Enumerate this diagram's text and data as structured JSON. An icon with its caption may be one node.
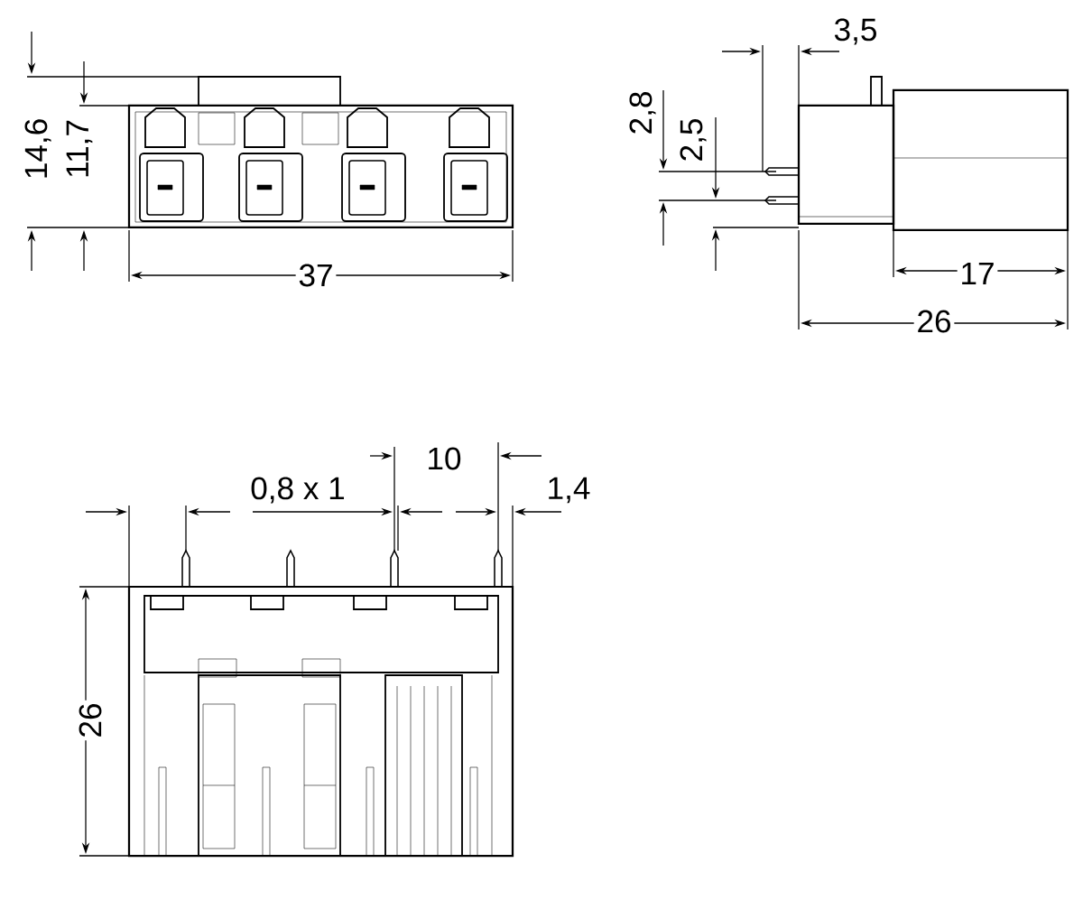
{
  "diagram": {
    "labels": [
      "3,5",
      "14,6",
      "11,7",
      "2,8",
      "2,5",
      "37",
      "17",
      "26",
      "10",
      "0,8 x 1",
      "1,4",
      "26"
    ]
  }
}
